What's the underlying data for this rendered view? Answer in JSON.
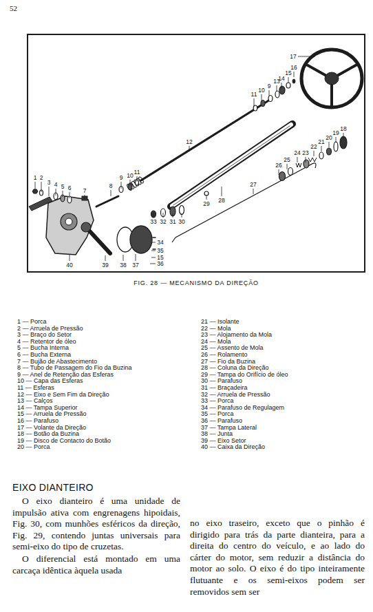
{
  "diagram": {
    "caption": "FIG. 28 — MECANISMO DA DIREÇÃO",
    "labels": [
      "52",
      "1",
      "2",
      "3",
      "4",
      "5",
      "6",
      "7",
      "8",
      "9",
      "10",
      "11",
      "12",
      "11",
      "10",
      "9",
      "13",
      "14",
      "15",
      "16",
      "17",
      "18",
      "19",
      "20",
      "21",
      "22",
      "23",
      "24",
      "25",
      "26",
      "27",
      "28",
      "29",
      "30",
      "31",
      "32",
      "33",
      "34",
      "35",
      "15",
      "36",
      "37",
      "38",
      "39",
      "40",
      "1 — Porca",
      "2 — Arruela de Pressão",
      "3 — Braço do Setor",
      "4 — Retentor de óleo",
      "5 — Bucha Interna",
      "6 — Bucha Externa",
      "7 — Bujão de Abastecimento",
      "8 — Tubo de Passagem do Fio da Buzina",
      "9 — Anel de Retenção das Esferas",
      "10 — Capa das Esferas",
      "11 — Esferas",
      "12 — Eixo e Sem Fim da Direção",
      "13 — Calços",
      "14 — Tampa Superior",
      "15 — Arruela de Pressão",
      "16 — Parafuso",
      "17 — Volante da Direção",
      "18 — Botão da Buzina",
      "19 — Disco de Contacto do Botão",
      "20 — Porca",
      "21 — Isolante",
      "22 — Mola",
      "23 — Alojamento da Mola",
      "24 — Mola",
      "25 — Assento de Mola",
      "26 — Rolamento",
      "27 — Fio da Buzina",
      "28 — Coluna da Direção",
      "29 — Tampa do Orifício de óleo",
      "30 — Parafuso",
      "31 — Braçadeira",
      "32 — Arruela de Pressão",
      "33 — Porca",
      "34 — Parafuso de Regulagem",
      "35 — Porca",
      "36 — Parafuso",
      "37 — Tampa Lateral",
      "38 — Junta",
      "39 — Eixo Setor",
      "40 — Caixa da Direção",
      "EIXO DIANTEIRO",
      "O eixo dianteiro é uma unidade de impulsão ativa com engrenagens hipoidais, Fig. 30, com munhões esféricos da direção, Fig. 29, contendo juntas universais para semi-eixo do tipo de cruzetas.",
      "O diferencial está montado em uma carcaça idêntica àquela usada",
      "no eixo traseiro, exceto que o pinhão é dirigido para trás da parte dianteira, para a direita do centro do veículo, e ao lado do cárter do motor, sem reduzir a distância do motor ao solo. O eixo é do tipo inteiramente flutuante e os semi-eixos podem ser removidos sem ser"
    ]
  }
}
